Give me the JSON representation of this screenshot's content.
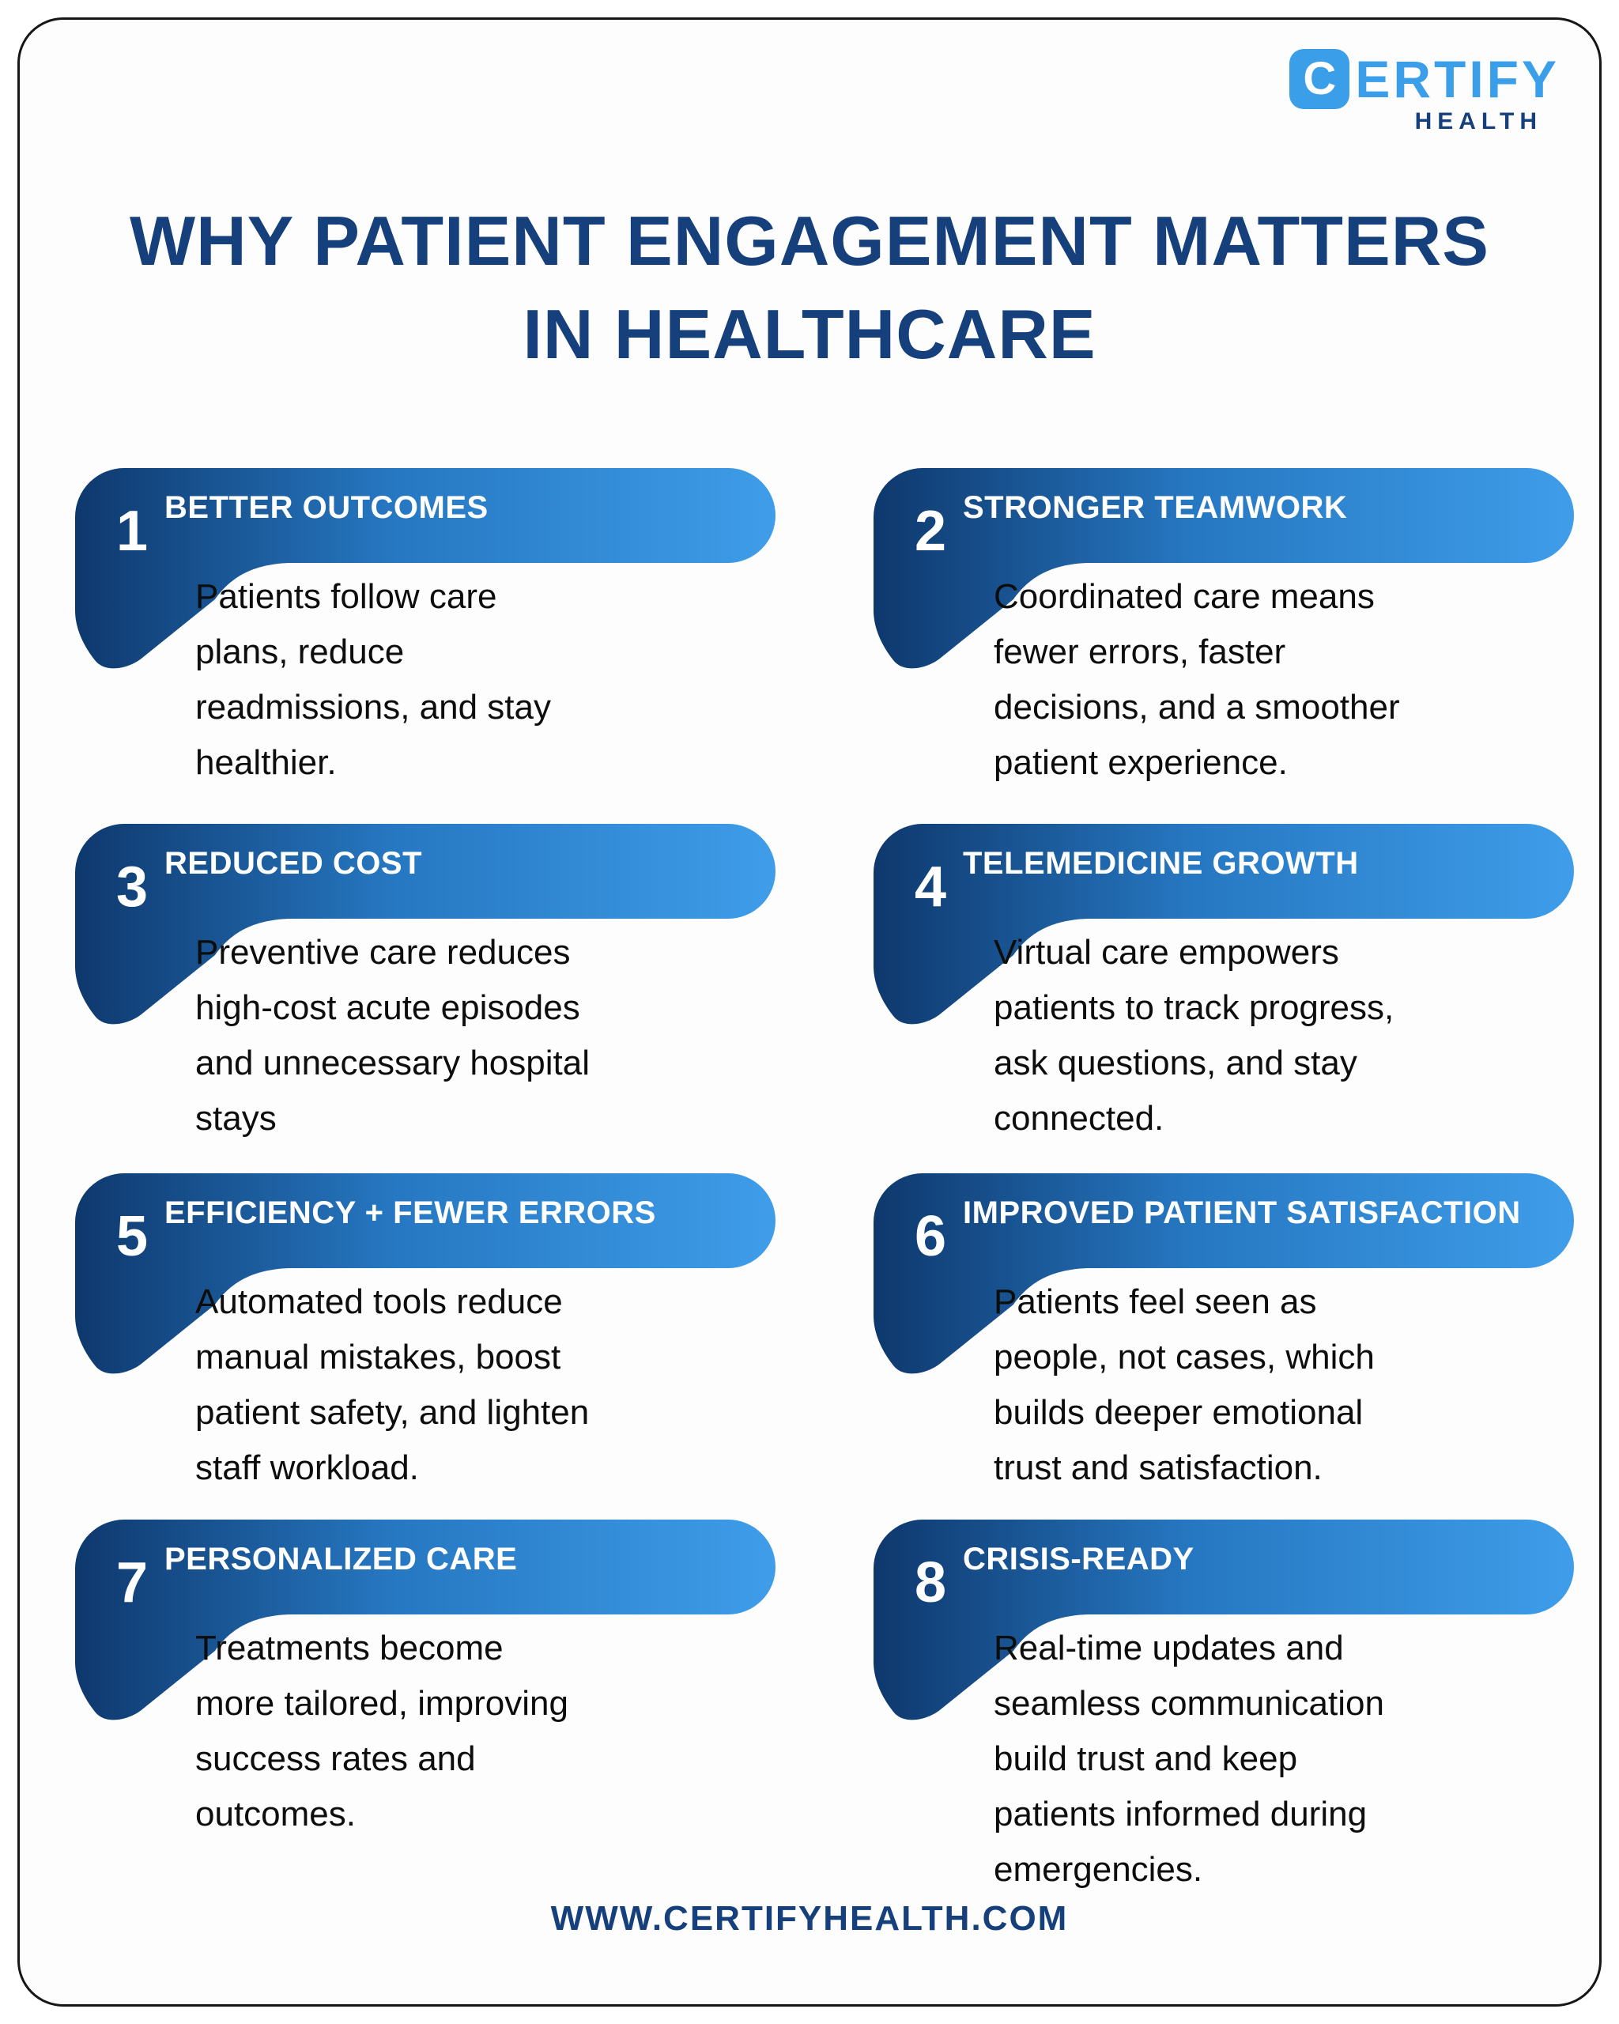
{
  "logo": {
    "badge_letter": "C",
    "word": "ERTIFY",
    "sub": "HEALTH"
  },
  "title": {
    "line1": "WHY PATIENT ENGAGEMENT MATTERS",
    "line2": "IN HEALTHCARE"
  },
  "colors": {
    "navy_text": "#16407c",
    "logo_blue": "#3b9ee9",
    "bubble_gradient_start": "#0e386d",
    "bubble_gradient_mid": "#2677c1",
    "bubble_gradient_end": "#3f9de9",
    "body_text": "#0d0d0d",
    "page_border": "#161616"
  },
  "cards": [
    {
      "number": "1",
      "label": "BETTER OUTCOMES",
      "body": [
        "Patients follow care",
        "plans, reduce",
        "readmissions, and stay",
        "healthier."
      ]
    },
    {
      "number": "2",
      "label": "STRONGER TEAMWORK",
      "body": [
        "Coordinated care means",
        "fewer errors, faster",
        "decisions, and a smoother",
        "patient experience."
      ]
    },
    {
      "number": "3",
      "label": "REDUCED COST",
      "body": [
        "Preventive care reduces",
        "high-cost acute episodes",
        "and unnecessary hospital",
        "stays"
      ]
    },
    {
      "number": "4",
      "label": "TELEMEDICINE GROWTH",
      "body": [
        "Virtual care empowers",
        "patients to track progress,",
        "ask questions, and stay",
        "connected."
      ]
    },
    {
      "number": "5",
      "label": "EFFICIENCY + FEWER ERRORS",
      "body": [
        "Automated tools reduce",
        "manual mistakes, boost",
        "patient safety, and lighten",
        "staff workload."
      ]
    },
    {
      "number": "6",
      "label": "IMPROVED PATIENT SATISFACTION",
      "body": [
        "Patients feel seen as",
        "people, not cases, which",
        "builds deeper emotional",
        "trust and satisfaction."
      ]
    },
    {
      "number": "7",
      "label": "PERSONALIZED CARE",
      "body": [
        "Treatments become",
        "more tailored, improving",
        "success rates and",
        "outcomes."
      ]
    },
    {
      "number": "8",
      "label": "CRISIS-READY",
      "body": [
        "Real-time updates and",
        "seamless communication",
        "build trust and keep",
        "patients informed during",
        "emergencies."
      ]
    }
  ],
  "footer": {
    "url": "WWW.CERTIFYHEALTH.COM"
  }
}
